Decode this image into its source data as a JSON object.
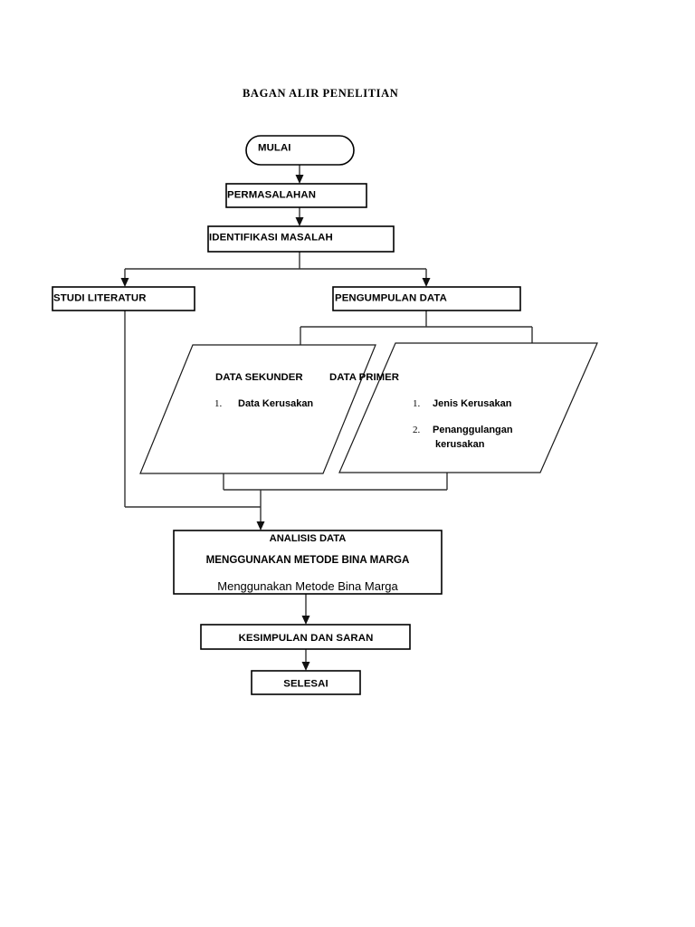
{
  "document": {
    "title": "BAGAN ALIR PENELITIAN"
  },
  "flowchart": {
    "nodes": {
      "start": {
        "label": "MULAI",
        "shape": "rounded-rectangle"
      },
      "problem": {
        "label": "PERMASALAHAN",
        "shape": "rectangle"
      },
      "identification": {
        "label": "IDENTIFIKASI MASALAH",
        "shape": "rectangle"
      },
      "literature": {
        "label": "STUDI LITERATUR",
        "shape": "rectangle"
      },
      "collection": {
        "label": "PENGUMPULAN DATA",
        "shape": "rectangle"
      },
      "secondary": {
        "heading": "DATA SEKUNDER",
        "shape": "parallelogram",
        "items": [
          {
            "number": "1.",
            "text": "Data Kerusakan"
          }
        ]
      },
      "primary": {
        "heading": "DATA PRIMER",
        "shape": "parallelogram",
        "items": [
          {
            "number": "1.",
            "text": "Jenis Kerusakan"
          },
          {
            "number": "2.",
            "text": "Penanggulangan"
          },
          {
            "number": "",
            "text": "kerusakan"
          }
        ]
      },
      "analysis": {
        "shape": "rectangle",
        "line1": "ANALISIS DATA",
        "line2": "MENGGUNAKAN METODE BINA MARGA",
        "line3": "Menggunakan Metode Bina Marga"
      },
      "conclusion": {
        "label": "KESIMPULAN DAN SARAN",
        "shape": "rectangle"
      },
      "end": {
        "label": "SELESAI",
        "shape": "rectangle"
      }
    },
    "colors": {
      "stroke": "#000000",
      "connector": "#333333",
      "background": "#ffffff",
      "text": "#000000"
    }
  }
}
